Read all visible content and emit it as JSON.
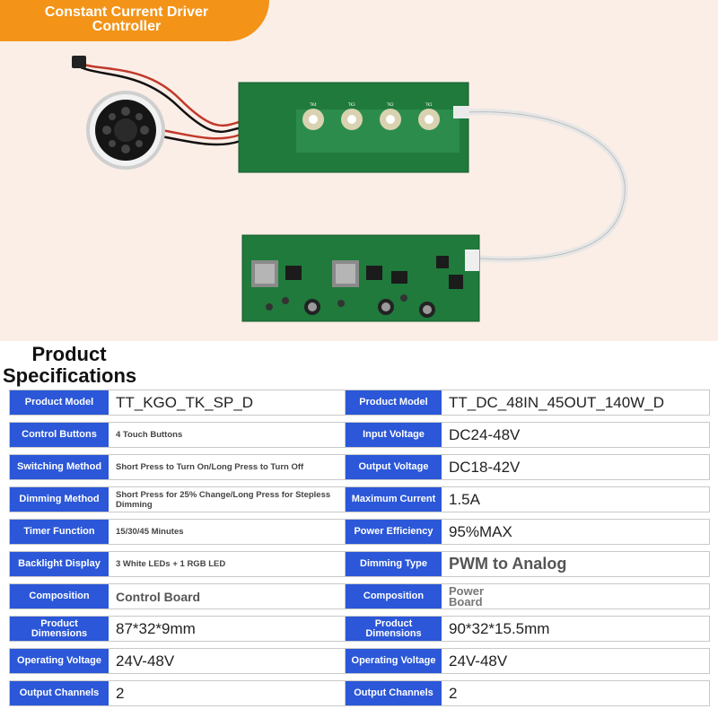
{
  "banner": {
    "line1": "Constant Current Driver",
    "line2": "Controller"
  },
  "specs_heading": {
    "line1": "Product",
    "line2": "Specifications"
  },
  "colors": {
    "accent_orange": "#f39418",
    "label_blue": "#2b57d8",
    "pcb_green": "#1f7a3c"
  },
  "control_board": {
    "buttons": [
      "TK4",
      "TK3",
      "TK2",
      "TK1"
    ]
  },
  "left_specs": [
    {
      "label": "Product Model",
      "value": "TT_KGO_TK_SP_D"
    },
    {
      "label": "Control Buttons",
      "value": "4 Touch Buttons"
    },
    {
      "label": "Switching Method",
      "value": "Short Press to Turn On/Long Press to Turn Off"
    },
    {
      "label": "Dimming Method",
      "value": "Short Press for 25% Change/Long Press for Stepless Dimming"
    },
    {
      "label": "Timer Function",
      "value": "15/30/45 Minutes"
    },
    {
      "label": "Backlight Display",
      "value": "3 White LEDs + 1 RGB LED"
    },
    {
      "label": "Composition",
      "value": "Control Board"
    },
    {
      "label": "Product Dimensions",
      "value": "87*32*9mm"
    },
    {
      "label": "Operating Voltage",
      "value": "24V-48V"
    },
    {
      "label": "Output Channels",
      "value": "2"
    }
  ],
  "right_specs": [
    {
      "label": "Product Model",
      "value": "TT_DC_48IN_45OUT_140W_D"
    },
    {
      "label": "Input Voltage",
      "value": "DC24-48V"
    },
    {
      "label": "Output Voltage",
      "value": "DC18-42V"
    },
    {
      "label": "Maximum Current",
      "value": "1.5A"
    },
    {
      "label": "Power Efficiency",
      "value": "95%MAX"
    },
    {
      "label": "Dimming Type",
      "value": "PWM to Analog"
    },
    {
      "label": "Composition",
      "value": "Power Board"
    },
    {
      "label": "Product Dimensions",
      "value": "90*32*15.5mm"
    },
    {
      "label": "Operating Voltage",
      "value": "24V-48V"
    },
    {
      "label": "Output Channels",
      "value": "2"
    }
  ]
}
